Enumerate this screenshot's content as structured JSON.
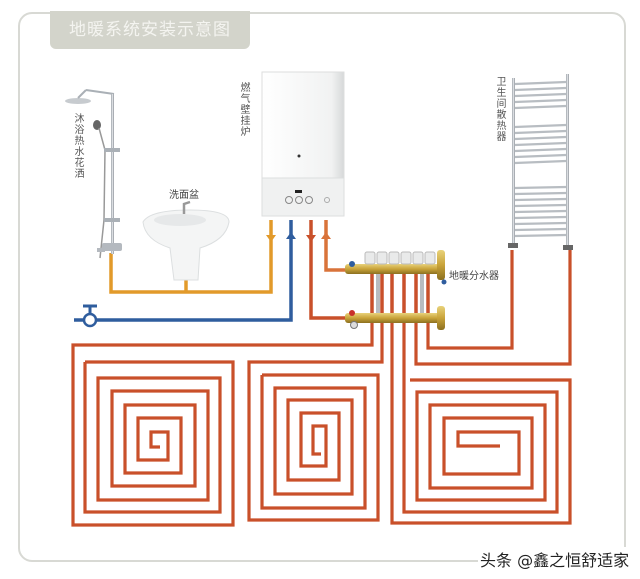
{
  "title": "地暖系统安装示意图",
  "labels": {
    "shower": "沐浴热水花洒",
    "basin": "洗面盆",
    "boiler": "燃气壁挂炉",
    "towel_radiator": "卫生间散热器",
    "manifold": "地暖分水器"
  },
  "watermark": "头条 @鑫之恒舒适家",
  "colors": {
    "hot_water_pipe": "#e29a2a",
    "cold_water_pipe": "#2f5d9e",
    "heating_pipe": "#c9502a",
    "frame": "#d8d9d4",
    "title_bg": "#d3d4cb"
  },
  "components": [
    "shower-icon",
    "basin-icon",
    "boiler-icon",
    "towel-radiator-icon",
    "manifold-icon",
    "water-inlet-valve-icon"
  ]
}
